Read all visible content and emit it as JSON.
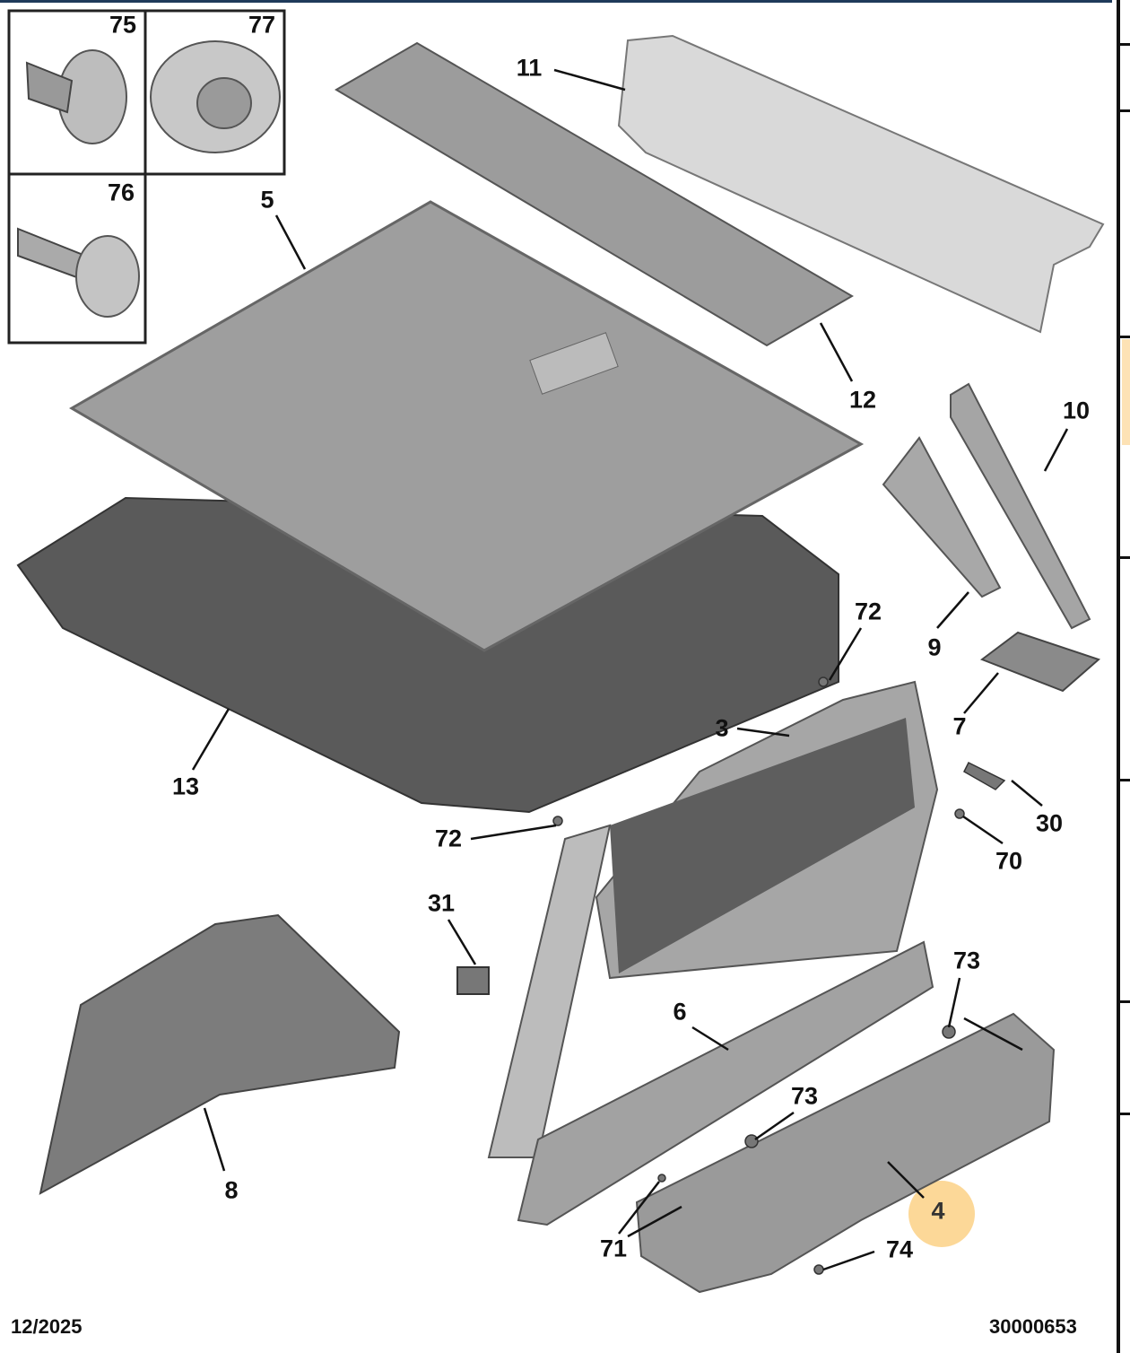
{
  "diagram": {
    "labels": [
      "75",
      "77",
      "76",
      "5",
      "11",
      "12",
      "10",
      "9",
      "72",
      "7",
      "3",
      "13",
      "30",
      "70",
      "72",
      "31",
      "73",
      "6",
      "73",
      "8",
      "4",
      "71",
      "74"
    ],
    "highlighted_label": "4",
    "highlight_color": "#fcd898",
    "date": "12/2025",
    "diagram_number": "30000653"
  }
}
